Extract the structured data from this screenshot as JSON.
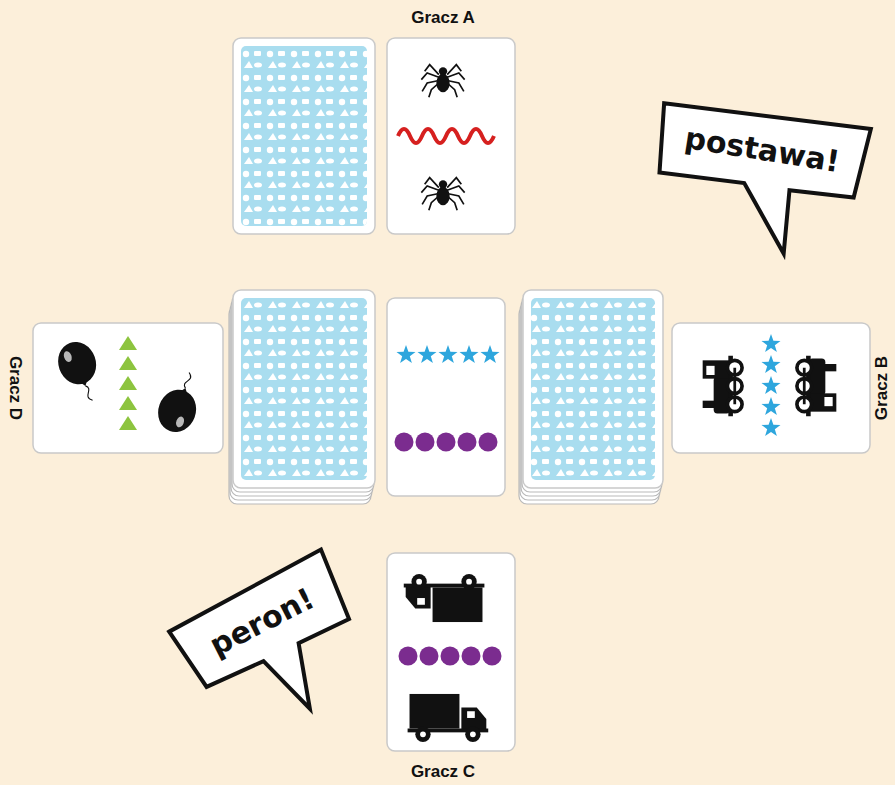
{
  "diagram": {
    "nodes": [
      {
        "text": [
          "postawa!"
        ]
      },
      {
        "text": [
          "peron!"
        ]
      }
    ],
    "labels": [
      "Gracz A",
      "Gracz D",
      "Gracz B",
      "Gracz C"
    ]
  }
}
